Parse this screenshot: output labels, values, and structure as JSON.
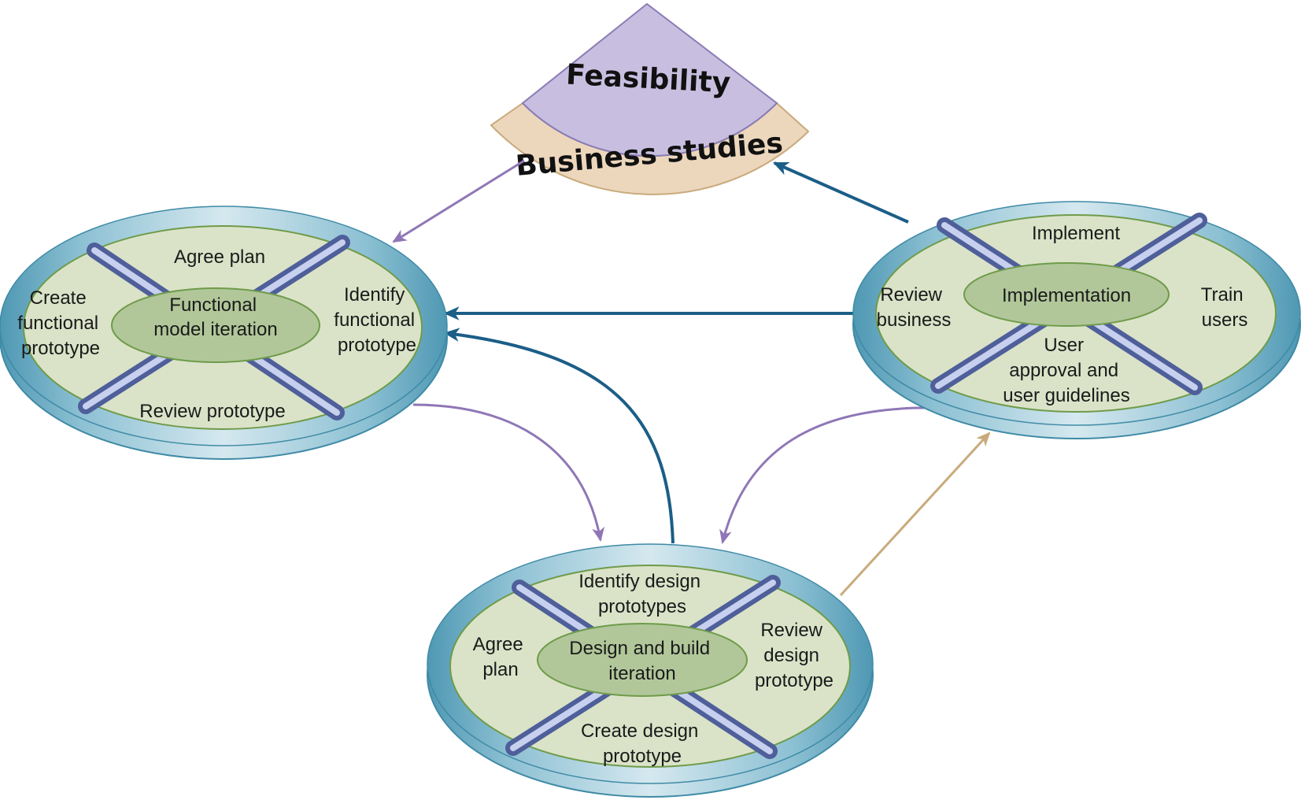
{
  "top": {
    "feasibility": "Feasibility",
    "business_studies": "Business studies"
  },
  "functional": {
    "hub": [
      "Functional",
      "model iteration"
    ],
    "agree_plan": "Agree plan",
    "create": [
      "Create",
      "functional",
      "prototype"
    ],
    "identify": [
      "Identify",
      "functional",
      "prototype"
    ],
    "review": "Review prototype"
  },
  "implementation": {
    "hub": "Implementation",
    "implement": "Implement",
    "review_business": [
      "Review",
      "business"
    ],
    "train_users": [
      "Train",
      "users"
    ],
    "user_approval": [
      "User",
      "approval and",
      "user guidelines"
    ]
  },
  "design": {
    "hub": [
      "Design and build",
      "iteration"
    ],
    "identify": [
      "Identify design",
      "prototypes"
    ],
    "agree_plan": [
      "Agree",
      "plan"
    ],
    "review": [
      "Review",
      "design",
      "prototype"
    ],
    "create": [
      "Create design",
      "prototype"
    ]
  },
  "colors": {
    "purple_arrow": "#8f77b6",
    "blue_arrow": "#1b5e87",
    "tan_arrow": "#c9aa7c",
    "disc_fill": "#dae3c8",
    "hub_fill": "#b1c79a",
    "feasibility_fill": "#c8bfe0",
    "business_fill": "#ecd7bd"
  }
}
